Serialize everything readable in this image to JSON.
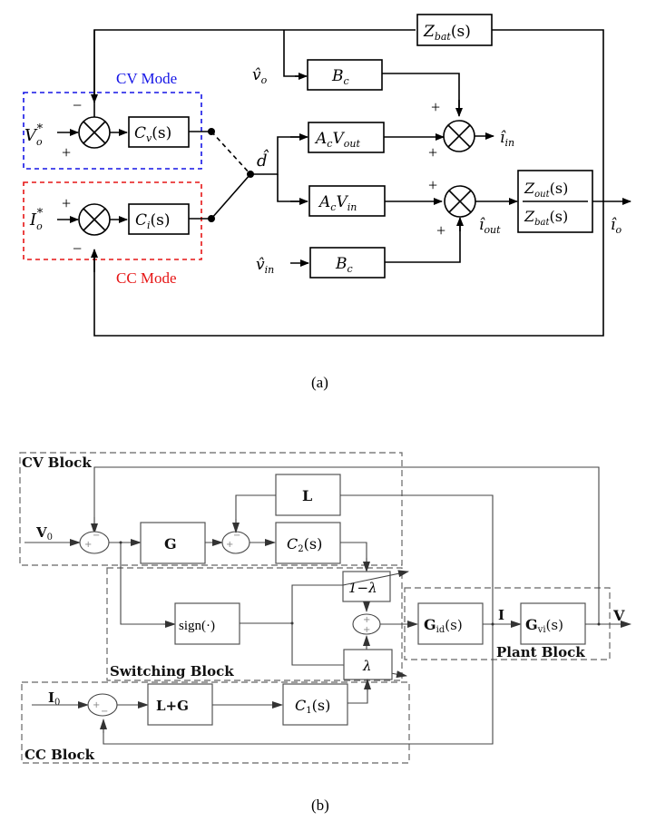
{
  "diagram_a": {
    "caption": "(a)",
    "cv_mode_label": "CV Mode",
    "cc_mode_label": "CC Mode",
    "colors": {
      "cv_mode": "#1515e6",
      "cc_mode": "#e61515"
    },
    "blocks": {
      "zbat": "Z",
      "zbat_sub": "bat",
      "zbat_arg": "(s)",
      "bc_top": "B",
      "bc_sub": "c",
      "acvout": "A",
      "acvout_sub1": "c",
      "acvout_v": "V",
      "acvout_sub2": "out",
      "acvin": "A",
      "acvin_sub1": "c",
      "acvin_v": "V",
      "acvin_sub2": "in",
      "bc_bottom": "B",
      "bc_bottom_sub": "c",
      "cv": "C",
      "cv_sub": "v",
      "cv_arg": "(s)",
      "ci": "C",
      "ci_sub": "i",
      "ci_arg": "(s)",
      "ratio_num": "Z",
      "ratio_num_sub": "out",
      "ratio_num_arg": "(s)",
      "ratio_den": "Z",
      "ratio_den_sub": "bat",
      "ratio_den_arg": "(s)"
    },
    "signals": {
      "vo_ref": "V",
      "vo_ref_sub": "o",
      "vo_ref_sup": "*",
      "io_ref": "I",
      "io_ref_sub": "o",
      "io_ref_sup": "*",
      "vo_hat": "v̂",
      "vo_hat_sub": "o",
      "d_hat": "d̂",
      "iin_hat": "î",
      "iin_hat_sub": "in",
      "iout_hat": "î",
      "iout_hat_sub": "out",
      "io_hat": "î",
      "io_hat_sub": "o",
      "vin_hat": "v̂",
      "vin_hat_sub": "in"
    },
    "signs": {
      "plus": "+",
      "minus": "−"
    }
  },
  "diagram_b": {
    "caption": "(b)",
    "cv_block_label": "CV Block",
    "cc_block_label": "CC Block",
    "switching_block_label": "Switching Block",
    "plant_block_label": "Plant Block",
    "blocks": {
      "L": "L",
      "G": "G",
      "c2": "C",
      "c2_sub": "2",
      "c2_arg": "(s)",
      "sign": "sign(·)",
      "one_minus_lambda": "1−λ",
      "lambda": "λ",
      "lg": "L+G",
      "c1": "C",
      "c1_sub": "1",
      "c1_arg": "(s)",
      "gid": "G",
      "gid_sub": "id",
      "gid_arg": "(s)",
      "gvi": "G",
      "gvi_sub": "vi",
      "gvi_arg": "(s)"
    },
    "signals": {
      "v0": "V",
      "v0_sub": "0",
      "i0": "I",
      "i0_sub": "0",
      "I": "I",
      "V": "V"
    },
    "signs": {
      "plus": "+",
      "minus": "−"
    }
  }
}
